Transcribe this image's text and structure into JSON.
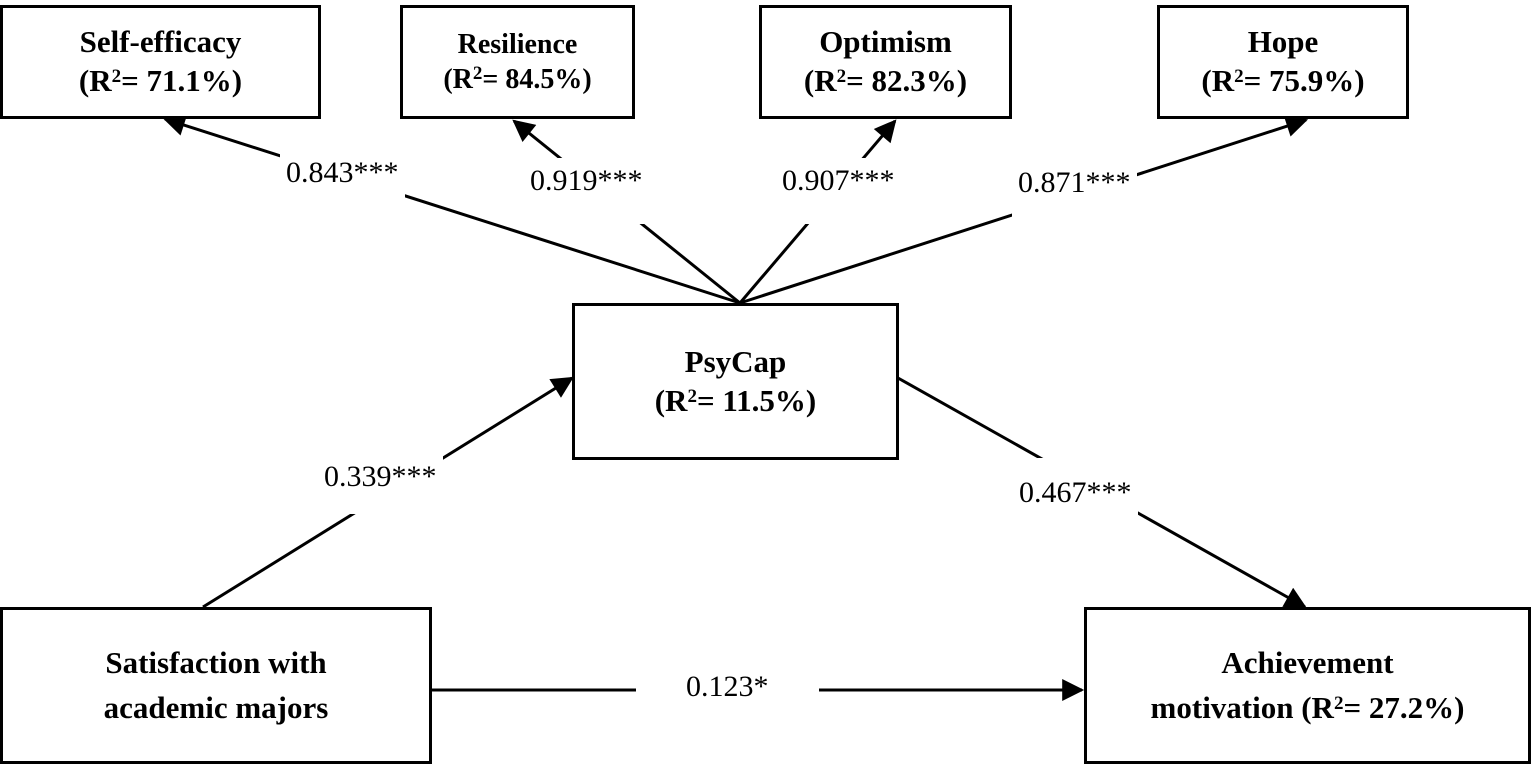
{
  "nodes": {
    "self_efficacy": {
      "title": "Self-efficacy",
      "r2": "71.1%"
    },
    "resilience": {
      "title": "Resilience",
      "r2": "84.5%"
    },
    "optimism": {
      "title": "Optimism",
      "r2": "82.3%"
    },
    "hope": {
      "title": "Hope",
      "r2": "75.9%"
    },
    "psycap": {
      "title": "PsyCap",
      "r2": "11.5%"
    },
    "satisfaction": {
      "line1": "Satisfaction with",
      "line2": "academic majors"
    },
    "achievement": {
      "line1": "Achievement",
      "line2_prefix": "motivation (R",
      "r2": "27.2%"
    }
  },
  "r2_open": "(R",
  "r2_sup": "2",
  "r2_eq": "= ",
  "r2_close": ")",
  "paths": {
    "psycap_to_self_efficacy": "0.843***",
    "psycap_to_resilience": "0.919***",
    "psycap_to_optimism": "0.907***",
    "psycap_to_hope": "0.871***",
    "satisfaction_to_psycap": "0.339***",
    "psycap_to_achievement": "0.467***",
    "satisfaction_to_achievement": "0.123*"
  }
}
